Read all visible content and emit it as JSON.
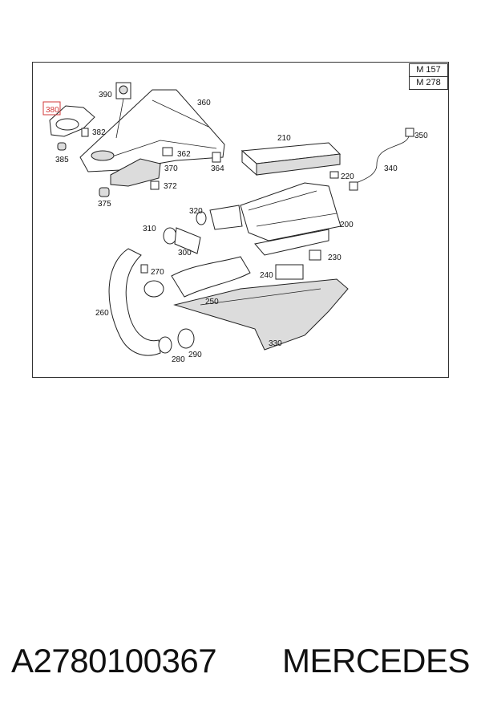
{
  "diagram": {
    "model_codes": [
      "M 157",
      "M 278"
    ],
    "highlighted_part": "380",
    "callouts": [
      "390",
      "360",
      "380",
      "382",
      "385",
      "362",
      "370",
      "364",
      "372",
      "375",
      "210",
      "350",
      "340",
      "220",
      "320",
      "310",
      "300",
      "200",
      "270",
      "230",
      "240",
      "260",
      "250",
      "280",
      "290",
      "330"
    ],
    "colors": {
      "highlight": "#d23a3a",
      "line": "#222222"
    }
  },
  "caption": {
    "part_number": "A2780100367",
    "brand": "MERCEDES"
  }
}
